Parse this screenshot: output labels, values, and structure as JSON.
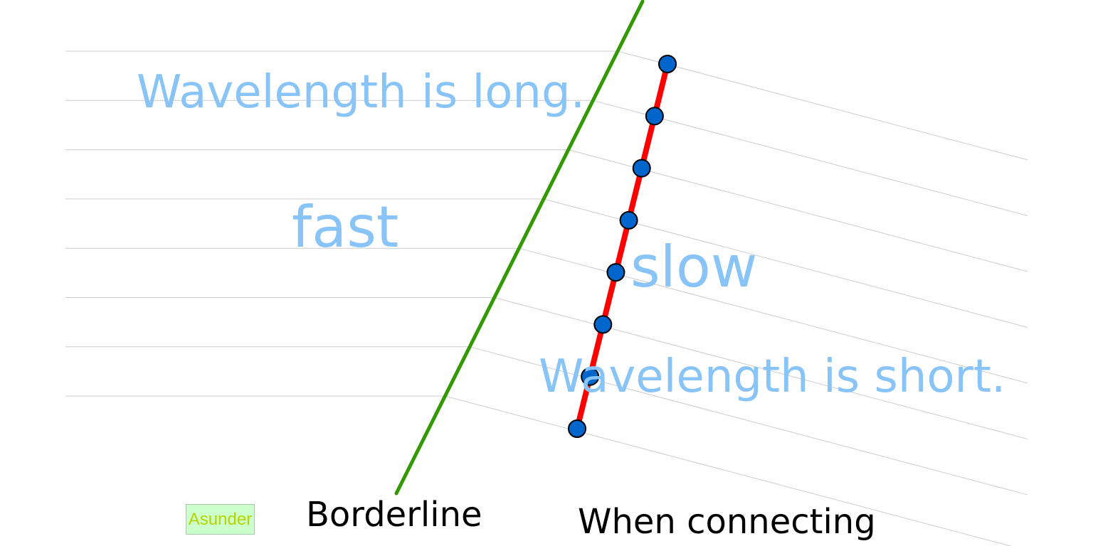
{
  "labels": {
    "wavelength_long": "Wavelength is long.",
    "fast": "fast",
    "slow": "slow",
    "wavelength_short": "Wavelength is short.",
    "borderline": "Borderline",
    "when_connecting": "When connecting"
  },
  "controls": {
    "asunder_label": "Asunder"
  },
  "colors": {
    "label_blue": "#88c4f7",
    "boundary_green": "#339900",
    "connect_red": "#ff0000",
    "point_blue": "#0066cc",
    "wavefront_gray": "#cccccc",
    "button_bg": "#ccffcc",
    "button_text": "#b5d400"
  },
  "diagram": {
    "wavefront_count": 8,
    "point_count": 8
  }
}
